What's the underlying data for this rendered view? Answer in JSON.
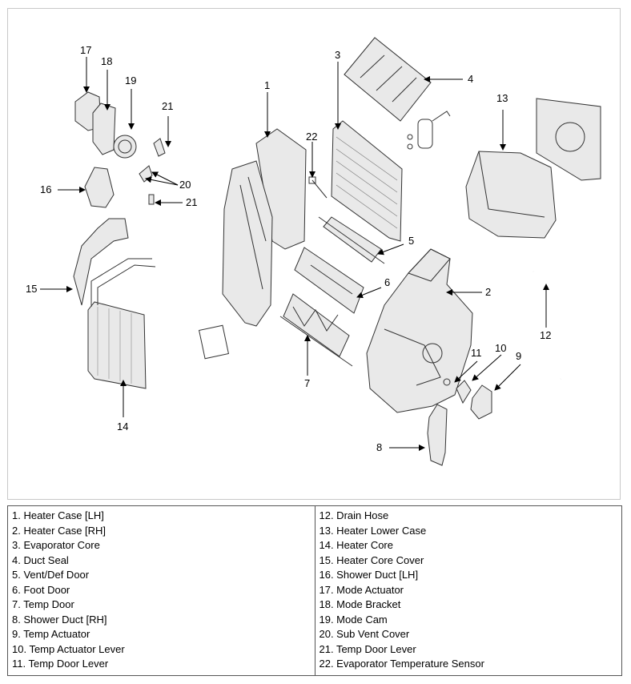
{
  "callouts": [
    "1",
    "2",
    "3",
    "4",
    "5",
    "6",
    "7",
    "8",
    "9",
    "10",
    "11",
    "12",
    "13",
    "14",
    "15",
    "16",
    "17",
    "18",
    "19",
    "20",
    "21",
    "21",
    "22"
  ],
  "legend_left": [
    "1. Heater Case [LH]",
    "2. Heater Case [RH]",
    "3. Evaporator Core",
    "4. Duct Seal",
    "5. Vent/Def Door",
    "6. Foot Door",
    "7. Temp Door",
    "8. Shower Duct [RH]",
    "9. Temp Actuator",
    "10. Temp Actuator Lever",
    "11. Temp Door Lever"
  ],
  "legend_right": [
    "12. Drain Hose",
    "13. Heater Lower Case",
    "14. Heater Core",
    "15. Heater Core Cover",
    "16. Shower Duct [LH]",
    "17. Mode Actuator",
    "18. Mode Bracket",
    "19. Mode Cam",
    "20. Sub Vent Cover",
    "21. Temp Door Lever",
    "22. Evaporator Temperature Sensor"
  ]
}
